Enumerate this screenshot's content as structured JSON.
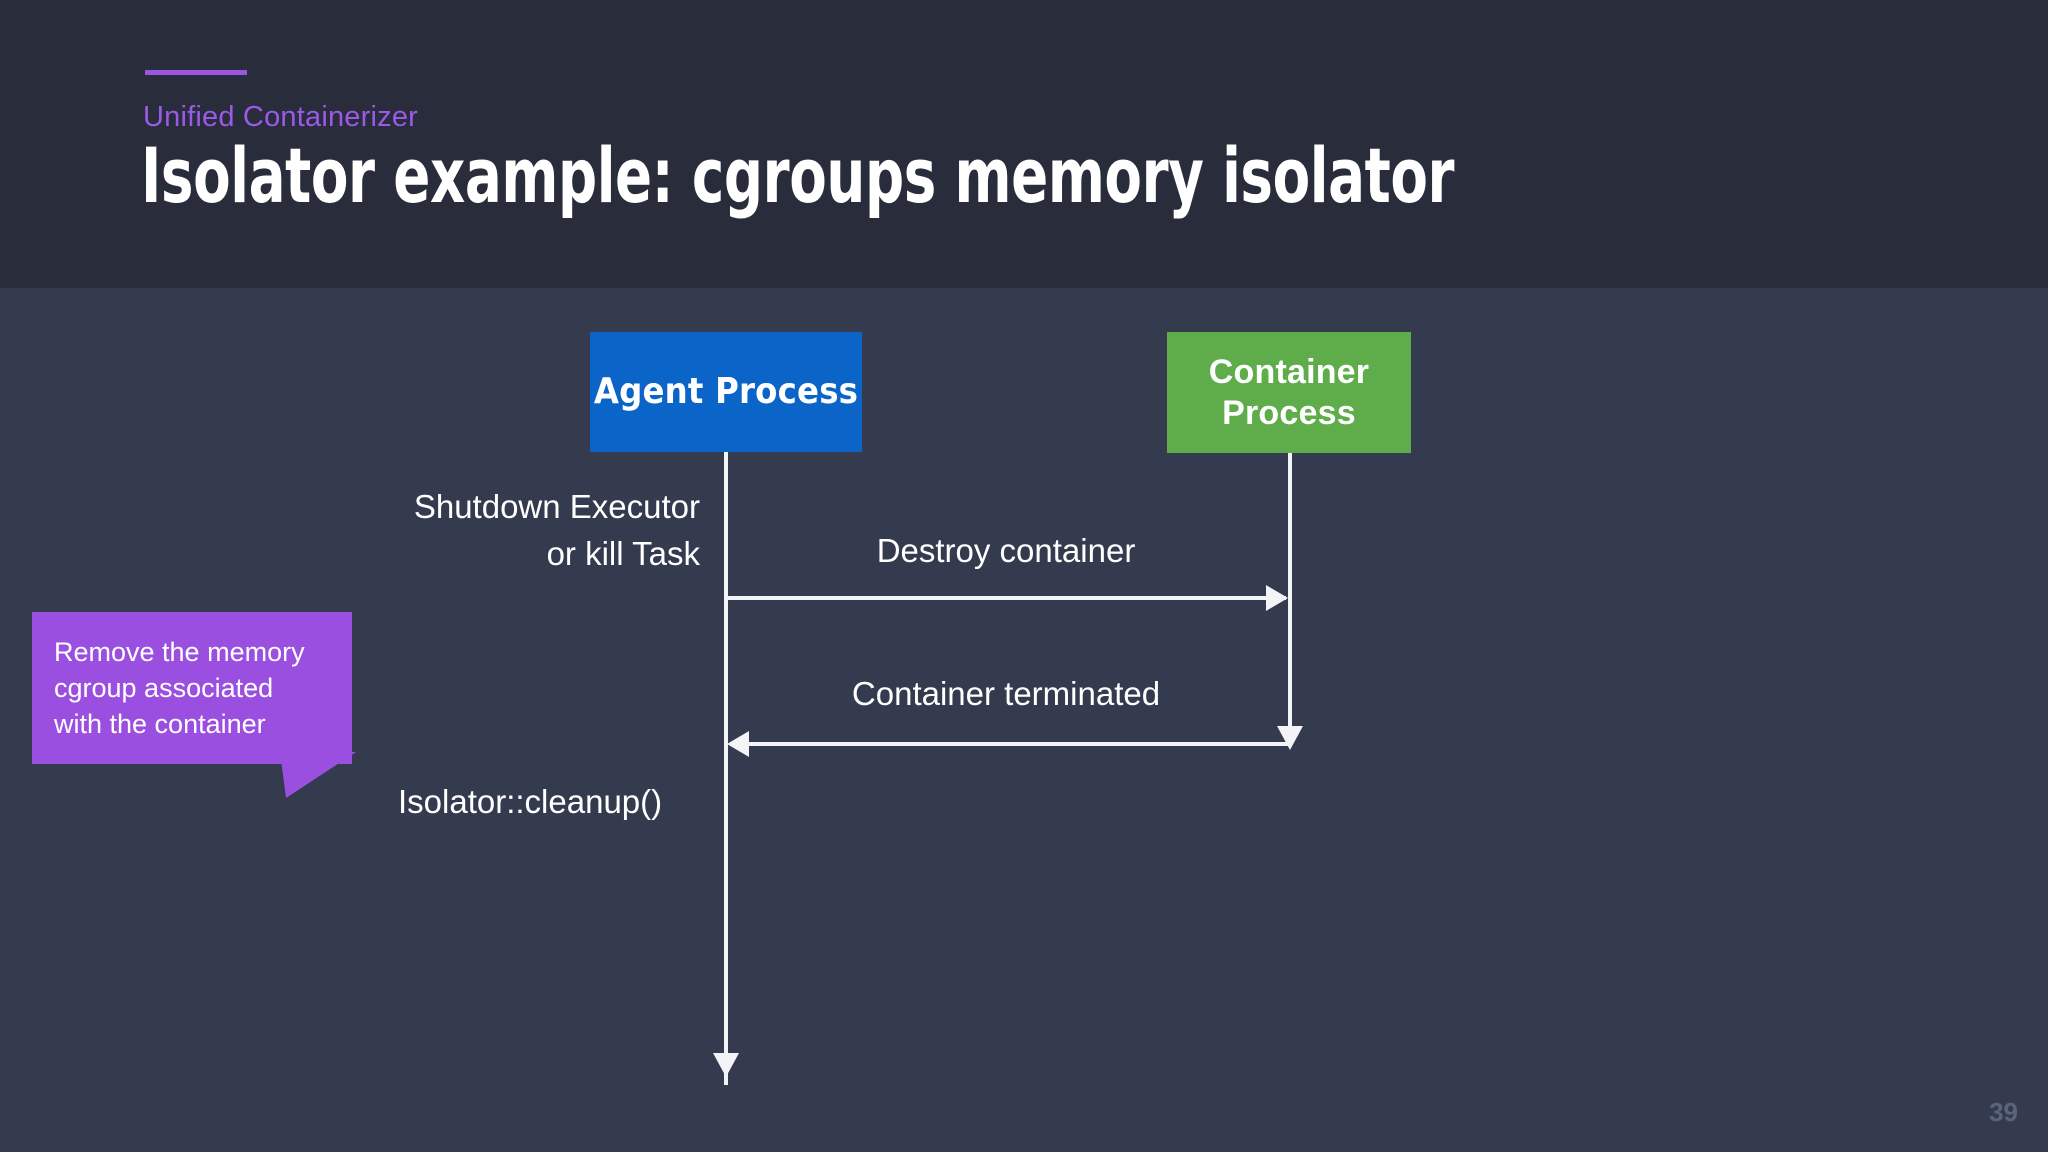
{
  "slide": {
    "kicker": "Unified Containerizer",
    "title": "Isolator example: cgroups memory isolator",
    "page_number": "39",
    "colors": {
      "header_bg": "#282c3b",
      "body_bg": "#343b4e",
      "accent_purple": "#9b55e0",
      "kicker_purple": "#9b59e8",
      "agent_blue": "#0b64c8",
      "container_green": "#5fac4b",
      "callout_purple": "#9b4fe0",
      "line_white": "#f2f4f8",
      "page_number_gray": "#5c6479"
    }
  },
  "diagram": {
    "type": "sequence-diagram",
    "participants": [
      {
        "id": "agent",
        "label": "Agent Process",
        "color": "#0b64c8"
      },
      {
        "id": "container",
        "label": "Container\nProcess",
        "color": "#5fac4b"
      }
    ],
    "messages": [
      {
        "id": "shutdown",
        "label": "Shutdown Executor\nor kill Task",
        "from": "external",
        "to": "agent",
        "direction": "inbound-note"
      },
      {
        "id": "destroy",
        "label": "Destroy container",
        "from": "agent",
        "to": "container",
        "direction": "right"
      },
      {
        "id": "terminated",
        "label": "Container terminated",
        "from": "container",
        "to": "agent",
        "direction": "left"
      },
      {
        "id": "cleanup",
        "label": "Isolator::cleanup()",
        "from": "agent",
        "to": "agent",
        "direction": "self-note"
      }
    ],
    "callout": {
      "text": "Remove the memory cgroup associated with the container",
      "points_to": "cleanup"
    }
  }
}
